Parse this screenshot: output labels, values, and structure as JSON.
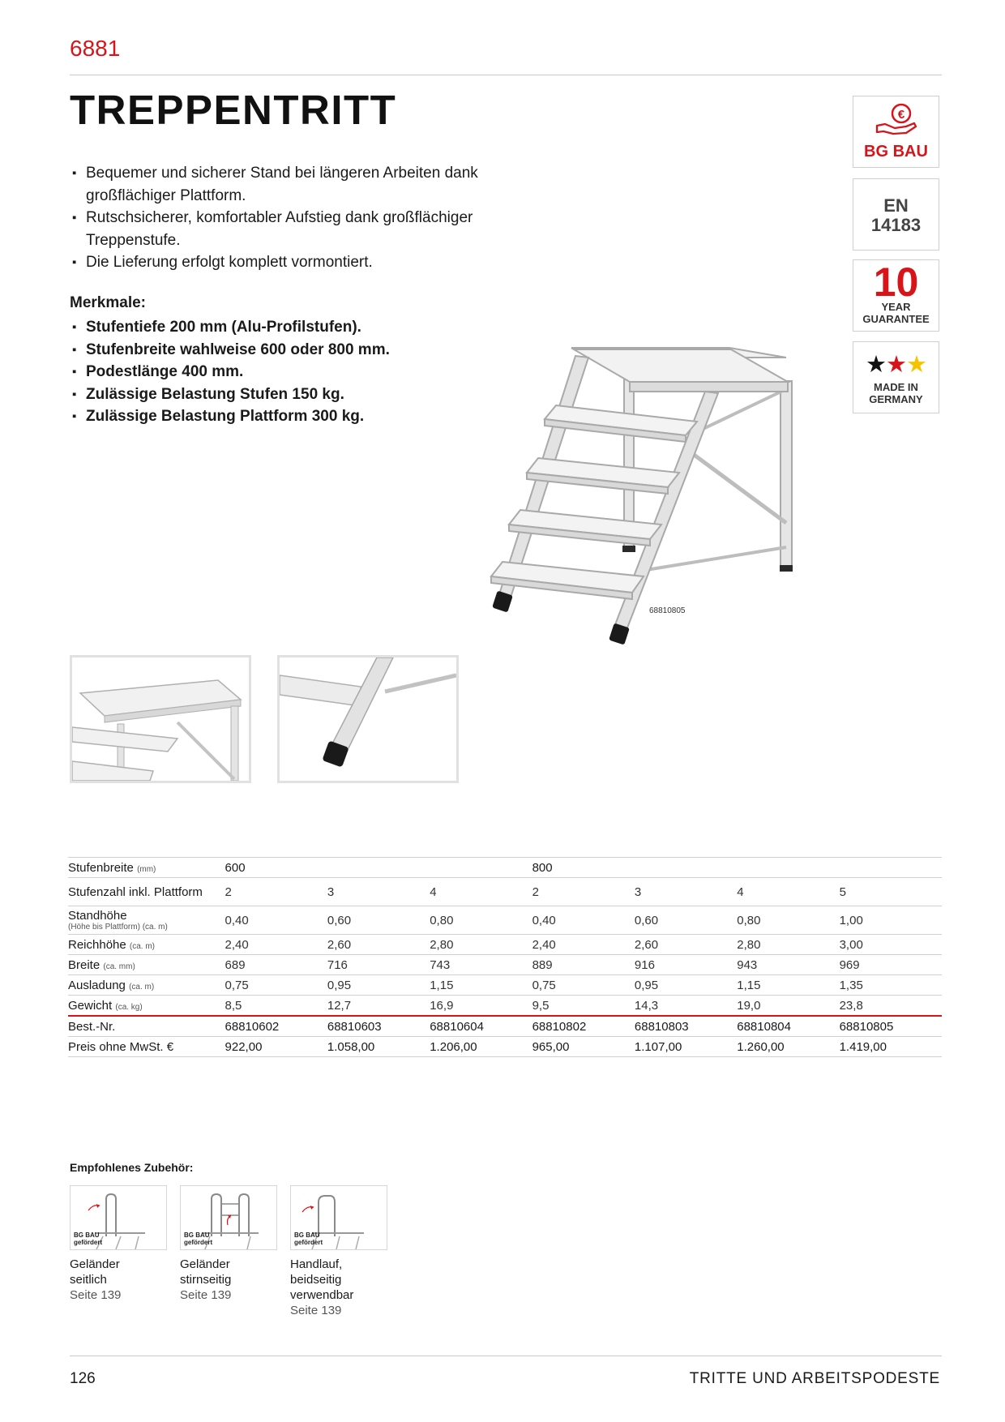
{
  "header": {
    "article_number": "6881",
    "title": "TREPPENTRITT"
  },
  "intro": [
    "Bequemer und sicherer Stand bei längeren Arbeiten dank großflächiger Plattform.",
    "Rutschsicherer, komfortabler Aufstieg dank großflächiger Treppenstufe.",
    "Die Lieferung erfolgt komplett vormontiert."
  ],
  "features": {
    "heading": "Merkmale:",
    "items": [
      "Stufentiefe 200 mm (Alu-Profilstufen).",
      "Stufenbreite wahlweise 600 oder 800 mm.",
      "Podestlänge 400 mm.",
      "Zulässige Belastung Stufen 150 kg.",
      "Zulässige Belastung Plattform 300 kg."
    ]
  },
  "badges": {
    "bg_bau": "BG BAU",
    "en_line1": "EN",
    "en_line2": "14183",
    "guarantee_number": "10",
    "guarantee_line1": "YEAR",
    "guarantee_line2": "GUARANTEE",
    "made_line1": "MADE IN",
    "made_line2": "GERMANY"
  },
  "product_image_code": "68810805",
  "table": {
    "stufenbreite": {
      "label": "Stufenbreite",
      "unit": "(mm)",
      "v600": "600",
      "v800": "800"
    },
    "stufenzahl": {
      "label": "Stufenzahl inkl. Plattform",
      "values": [
        "2",
        "3",
        "4",
        "2",
        "3",
        "4",
        "5"
      ]
    },
    "standhoehe": {
      "label": "Standhöhe",
      "sub": "(Höhe bis Plattform) (ca. m)",
      "values": [
        "0,40",
        "0,60",
        "0,80",
        "0,40",
        "0,60",
        "0,80",
        "1,00"
      ]
    },
    "reichhoehe": {
      "label": "Reichhöhe",
      "unit": "(ca. m)",
      "values": [
        "2,40",
        "2,60",
        "2,80",
        "2,40",
        "2,60",
        "2,80",
        "3,00"
      ]
    },
    "breite": {
      "label": "Breite",
      "unit": "(ca. mm)",
      "values": [
        "689",
        "716",
        "743",
        "889",
        "916",
        "943",
        "969"
      ]
    },
    "ausladung": {
      "label": "Ausladung",
      "unit": "(ca. m)",
      "values": [
        "0,75",
        "0,95",
        "1,15",
        "0,75",
        "0,95",
        "1,15",
        "1,35"
      ]
    },
    "gewicht": {
      "label": "Gewicht",
      "unit": "(ca. kg)",
      "values": [
        "8,5",
        "12,7",
        "16,9",
        "9,5",
        "14,3",
        "19,0",
        "23,8"
      ]
    },
    "bestnr": {
      "label": "Best.-Nr.",
      "values": [
        "68810602",
        "68810603",
        "68810604",
        "68810802",
        "68810803",
        "68810804",
        "68810805"
      ]
    },
    "preis": {
      "label": "Preis ohne MwSt. €",
      "values": [
        "922,00",
        "1.058,00",
        "1.206,00",
        "965,00",
        "1.107,00",
        "1.260,00",
        "1.419,00"
      ]
    }
  },
  "accessories": {
    "heading": "Empfohlenes Zubehör:",
    "badge_line1": "BG BAU",
    "badge_line2": "gefördert",
    "items": [
      {
        "lines": [
          "Geländer",
          "seitlich"
        ],
        "page": "Seite 139"
      },
      {
        "lines": [
          "Geländer",
          "stirnseitig"
        ],
        "page": "Seite 139"
      },
      {
        "lines": [
          "Handlauf,",
          "beidseitig",
          "verwendbar"
        ],
        "page": "Seite 139"
      }
    ]
  },
  "footer": {
    "page_number": "126",
    "section": "TRITTE UND ARBEITSPODESTE"
  }
}
